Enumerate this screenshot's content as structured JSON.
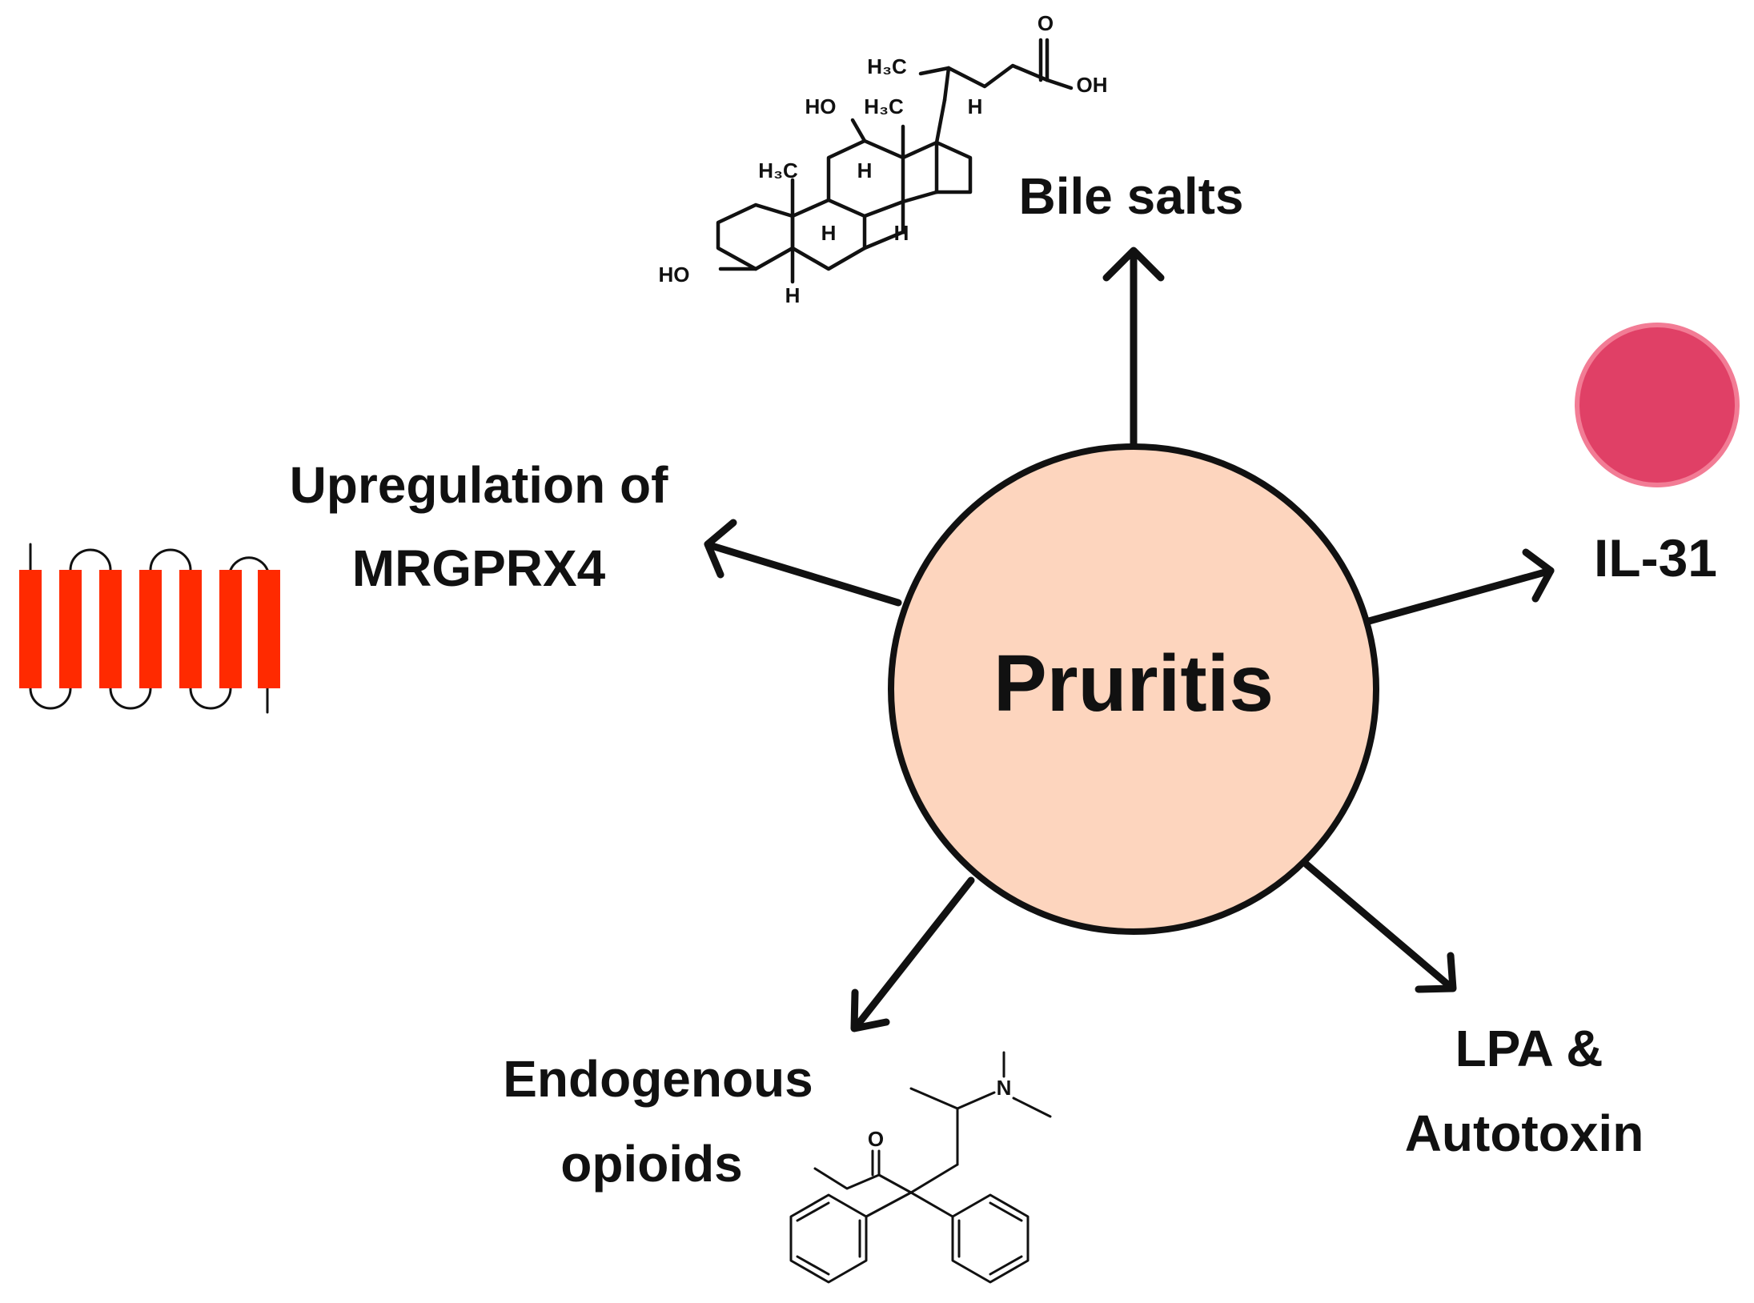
{
  "center": {
    "label": "Pruritis",
    "fill": "#fdd5be",
    "stroke": "#111111"
  },
  "labels": {
    "bile_salts": "Bile salts",
    "upregulation_line1": "Upregulation of",
    "upregulation_line2": "MRGPRX4",
    "il31": "IL-31",
    "endogenous_line1": "Endogenous",
    "endogenous_line2": "opioids",
    "lpa_line1": "LPA &",
    "lpa_line2": "Autotoxin"
  },
  "bile_acid_structure": {
    "atoms": {
      "cooh_o": "O",
      "cooh_oh": "OH",
      "h3c_side": "H₃C",
      "ho_12": "HO",
      "h3c_18": "H₃C",
      "h_17": "H",
      "h3c_19": "H₃C",
      "h_8": "H",
      "h_9": "H",
      "h_14": "H",
      "ho_3": "HO",
      "h_5": "H"
    }
  },
  "opioid_structure": {
    "atoms": {
      "n": "N",
      "o": "O"
    }
  },
  "colors": {
    "il31_dot": "#e04066",
    "il31_ring": "#f27c95",
    "receptor": "#ff2a00",
    "arrows": "#111111"
  },
  "icons": [
    "receptor-7tm-icon",
    "il31-cytokine-icon",
    "bile-acid-molecule-icon",
    "methadone-molecule-icon"
  ]
}
